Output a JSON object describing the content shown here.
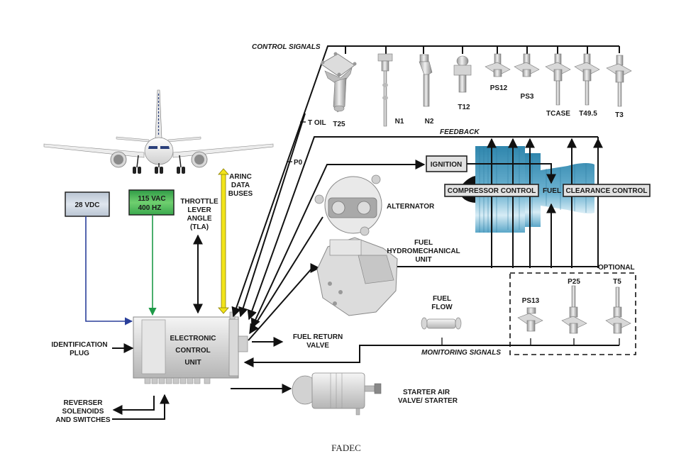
{
  "caption": "FADEC",
  "colors": {
    "dc_box": "#c9d3de",
    "ac_box": "#5bbf5f",
    "dc_wire": "#2a3f9a",
    "ac_wire": "#1e9a48",
    "arinc_bus": "#f2e41b",
    "engine": "#3d92b8"
  },
  "power": {
    "dc": {
      "label": "28 VDC"
    },
    "ac": {
      "line1": "115 VAC",
      "line2": "400 HZ"
    }
  },
  "inputs": {
    "tla": [
      "THROTTLE",
      "LEVER",
      "ANGLE",
      "(TLA)"
    ],
    "arinc": [
      "ARINC",
      "DATA",
      "BUSES"
    ],
    "identification": [
      "IDENTIFICATION",
      "PLUG"
    ],
    "reverser": [
      "REVERSER",
      "SOLENOIDS",
      "AND SWITCHES"
    ]
  },
  "ecu": {
    "lines": [
      "ELECTRONIC",
      "CONTROL",
      "UNIT"
    ]
  },
  "signals": {
    "control": "CONTROL SIGNALS",
    "feedback": "FEEDBACK",
    "monitoring": "MONITORING SIGNALS",
    "optional": "OPTIONAL"
  },
  "sensors": {
    "control": [
      {
        "label": "T25",
        "icon": "temperature-probe-icon"
      },
      {
        "label": "N1",
        "icon": "speed-sensor-icon"
      },
      {
        "label": "N2",
        "icon": "speed-sensor-icon"
      },
      {
        "label": "T12",
        "icon": "temperature-probe-icon"
      },
      {
        "label": "PS12",
        "icon": "pressure-sensor-icon"
      },
      {
        "label": "PS3",
        "icon": "pressure-sensor-icon"
      },
      {
        "label": "TCASE",
        "icon": "temperature-probe-icon"
      },
      {
        "label": "T49.5",
        "icon": "temperature-probe-icon"
      },
      {
        "label": "T3",
        "icon": "temperature-probe-icon"
      }
    ],
    "side": [
      {
        "label": "T OIL"
      },
      {
        "label": "P0"
      }
    ],
    "optional": [
      {
        "label": "PS13"
      },
      {
        "label": "P25"
      },
      {
        "label": "T5"
      }
    ]
  },
  "components": {
    "ignition": "IGNITION",
    "compressor_control": "COMPRESSOR CONTROL",
    "fuel": "FUEL",
    "clearance_control": "CLEARANCE CONTROL",
    "alternator": "ALTERNATOR",
    "fhu": [
      "FUEL",
      "HYDROMECHANICAL",
      "UNIT"
    ],
    "fuel_flow": [
      "FUEL",
      "FLOW"
    ],
    "fuel_return": [
      "FUEL RETURN",
      "VALVE"
    ],
    "starter": [
      "STARTER AIR",
      "VALVE/ STARTER"
    ]
  }
}
